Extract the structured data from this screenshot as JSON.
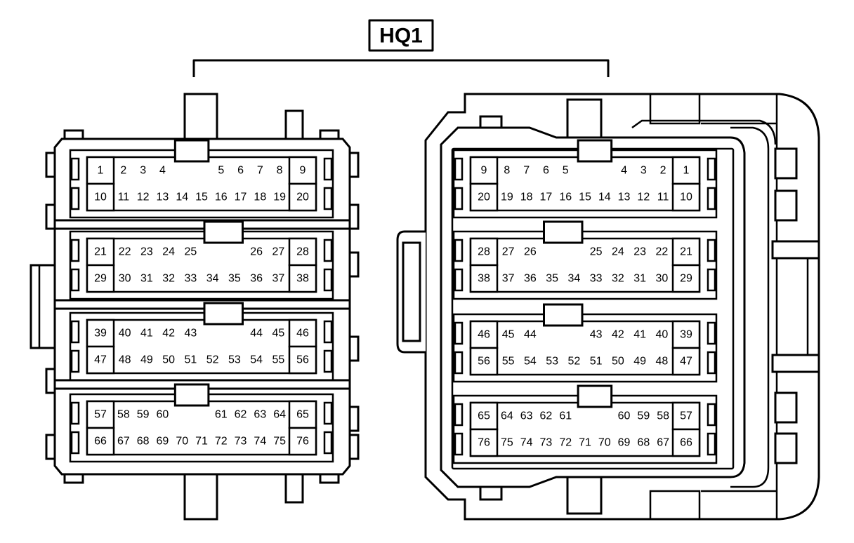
{
  "connector_label": "HQ1",
  "left_connector": {
    "rows": [
      {
        "top": [
          "1",
          "2",
          "3",
          "4",
          "",
          "",
          "5",
          "6",
          "7",
          "8",
          "9"
        ],
        "bottom": [
          "10",
          "11",
          "12",
          "13",
          "14",
          "15",
          "16",
          "17",
          "18",
          "19",
          "20"
        ]
      },
      {
        "top": [
          "21",
          "22",
          "23",
          "24",
          "25",
          "",
          "",
          "26",
          "27",
          "28"
        ],
        "bottom": [
          "29",
          "30",
          "31",
          "32",
          "33",
          "34",
          "35",
          "36",
          "37",
          "38"
        ]
      },
      {
        "top": [
          "39",
          "40",
          "41",
          "42",
          "43",
          "",
          "",
          "44",
          "45",
          "46"
        ],
        "bottom": [
          "47",
          "48",
          "49",
          "50",
          "51",
          "52",
          "53",
          "54",
          "55",
          "56"
        ]
      },
      {
        "top": [
          "57",
          "58",
          "59",
          "60",
          "",
          "",
          "61",
          "62",
          "63",
          "64",
          "65"
        ],
        "bottom": [
          "66",
          "67",
          "68",
          "69",
          "70",
          "71",
          "72",
          "73",
          "74",
          "75",
          "76"
        ]
      }
    ]
  },
  "right_connector": {
    "rows": [
      {
        "top": [
          "9",
          "8",
          "7",
          "6",
          "5",
          "",
          "",
          "4",
          "3",
          "2",
          "1"
        ],
        "bottom": [
          "20",
          "19",
          "18",
          "17",
          "16",
          "15",
          "14",
          "13",
          "12",
          "11",
          "10"
        ]
      },
      {
        "top": [
          "28",
          "27",
          "26",
          "",
          "",
          "25",
          "24",
          "23",
          "22",
          "21"
        ],
        "bottom": [
          "38",
          "37",
          "36",
          "35",
          "34",
          "33",
          "32",
          "31",
          "30",
          "29"
        ]
      },
      {
        "top": [
          "46",
          "45",
          "44",
          "",
          "",
          "43",
          "42",
          "41",
          "40",
          "39"
        ],
        "bottom": [
          "56",
          "55",
          "54",
          "53",
          "52",
          "51",
          "50",
          "49",
          "48",
          "47"
        ]
      },
      {
        "top": [
          "65",
          "64",
          "63",
          "62",
          "61",
          "",
          "",
          "60",
          "59",
          "58",
          "57"
        ],
        "bottom": [
          "76",
          "75",
          "74",
          "73",
          "72",
          "71",
          "70",
          "69",
          "68",
          "67",
          "66"
        ]
      }
    ]
  }
}
